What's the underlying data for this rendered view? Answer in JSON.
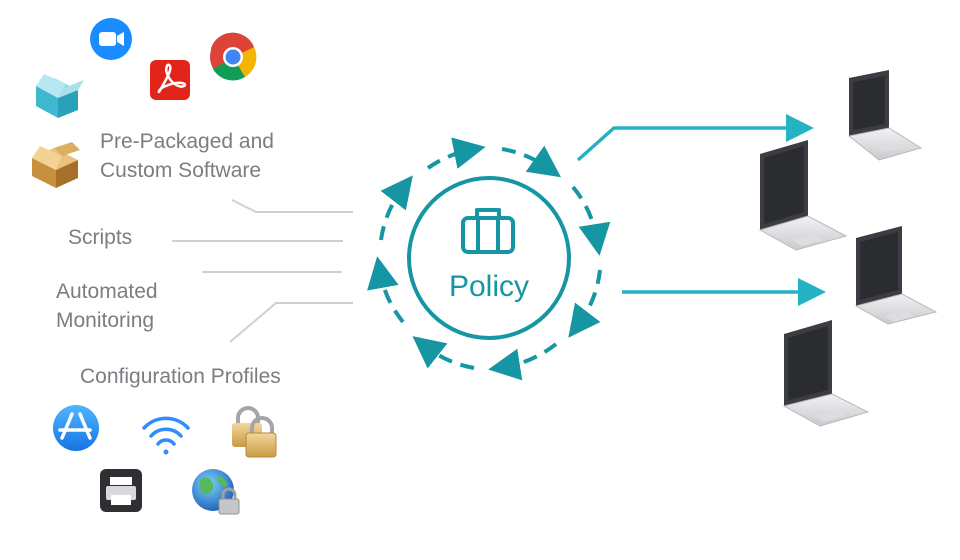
{
  "inputs": {
    "software_line1": "Pre-Packaged and",
    "software_line2": "Custom Software",
    "scripts": "Scripts",
    "monitoring_line1": "Automated",
    "monitoring_line2": "Monitoring",
    "config_profiles": "Configuration Profiles"
  },
  "policy": {
    "label": "Policy",
    "accent_color": "#1596a2",
    "arrow_color": "#23b3c4"
  },
  "icons": {
    "software": [
      "zoom-icon",
      "acrobat-icon",
      "chrome-icon",
      "package-teal-icon",
      "package-brown-icon"
    ],
    "profiles": [
      "app-store-icon",
      "wifi-icon",
      "padlocks-icon",
      "printer-icon",
      "globe-lock-icon"
    ],
    "devices": [
      "laptop-icon",
      "laptop-icon",
      "laptop-icon",
      "laptop-icon"
    ]
  }
}
